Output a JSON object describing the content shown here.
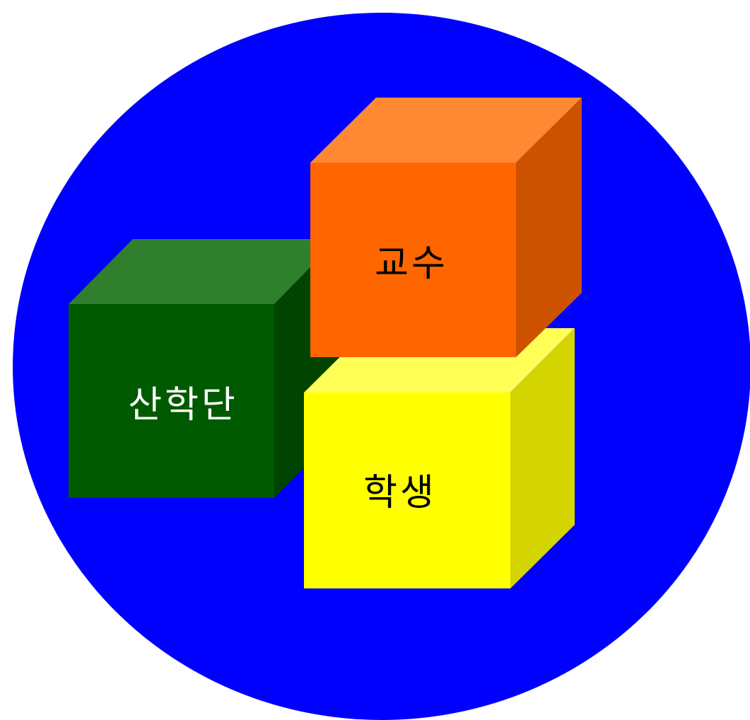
{
  "background": {
    "page_color": "#ffffff",
    "circle_color": "#0000ff"
  },
  "cubes": [
    {
      "id": "sanhakdan",
      "label": "산학단",
      "colors": {
        "front": "#005a00",
        "top": "#2f7f2f",
        "side": "#004400"
      },
      "text_color": "#ffffff"
    },
    {
      "id": "student",
      "label": "학생",
      "colors": {
        "front": "#ffff00",
        "top": "#ffff55",
        "side": "#d4d400"
      },
      "text_color": "#000000"
    },
    {
      "id": "professor",
      "label": "교수",
      "colors": {
        "front": "#ff6600",
        "top": "#ff8833",
        "side": "#cc5200"
      },
      "text_color": "#000000"
    }
  ]
}
